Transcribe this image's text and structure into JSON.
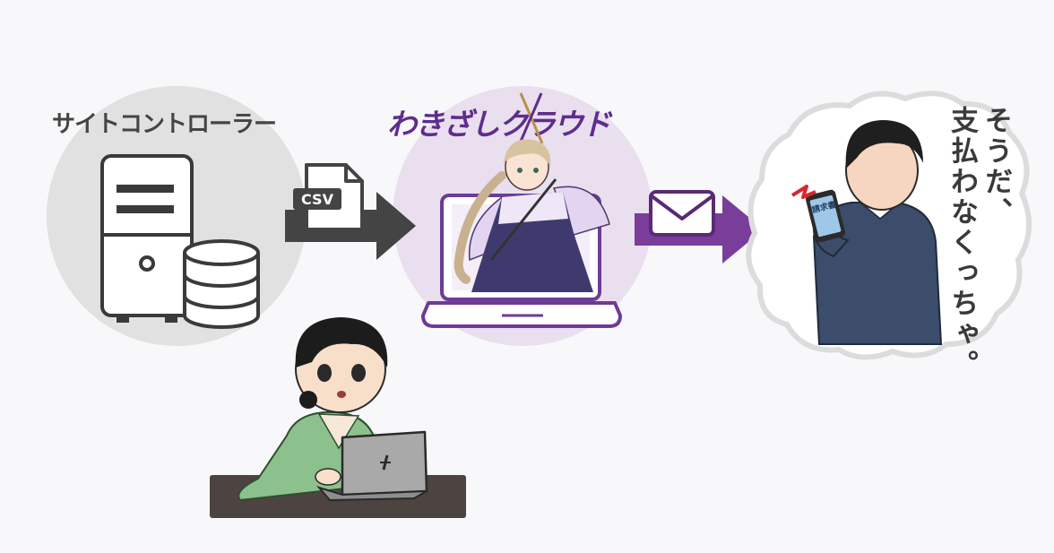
{
  "labels": {
    "site_controller": "サイトコントローラー",
    "brand": "わきざしクラウド",
    "csv": "CSV",
    "phone_screen": "請求書",
    "thought": "そうだ、\n支払わなくっちゃ。"
  },
  "colors": {
    "background": "#f8f8fa",
    "left_circle": "#e1e1e1",
    "mid_circle": "#e9dfee",
    "dark_arrow": "#444444",
    "purple_arrow": "#7a3d9a",
    "brand": "#5e2d8f"
  },
  "icons": [
    "server-icon",
    "database-icon",
    "csv-file-icon",
    "laptop-icon",
    "mail-icon",
    "phone-icon",
    "thought-cloud"
  ]
}
